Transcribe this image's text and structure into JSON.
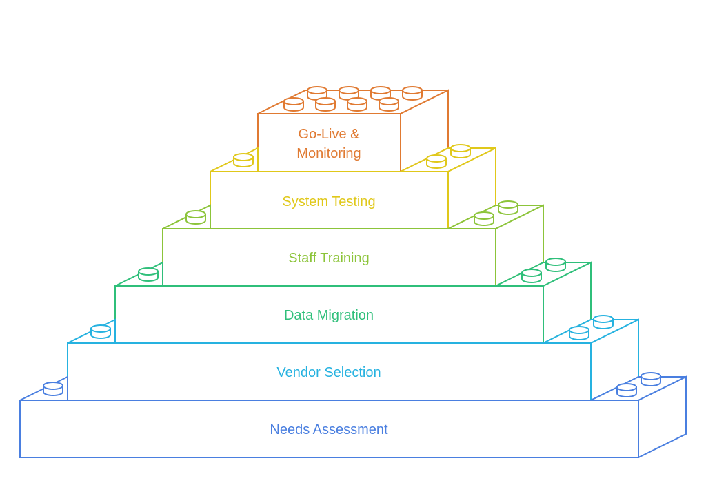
{
  "blocks": [
    {
      "label": "Needs Assessment",
      "color": "#4a7fe0"
    },
    {
      "label": "Vendor Selection",
      "color": "#26b2e0"
    },
    {
      "label": "Data Migration",
      "color": "#2fbf7a"
    },
    {
      "label": "Staff Training",
      "color": "#8cc43a"
    },
    {
      "label": "System Testing",
      "color": "#e0c81a"
    },
    {
      "label_line1": "Go-Live &",
      "label_line2": "Monitoring",
      "color": "#e07a32"
    }
  ]
}
